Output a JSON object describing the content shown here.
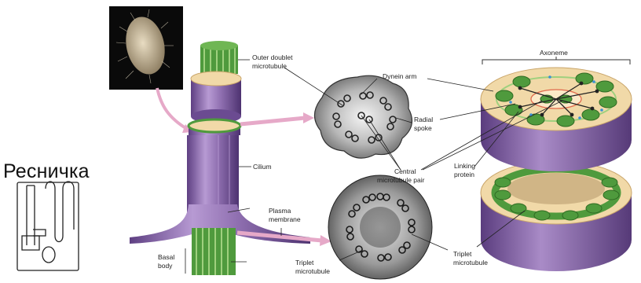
{
  "title": "Ресничка",
  "labels": {
    "outer_doublet_1": "Outer doublet",
    "outer_doublet_2": "microtubule",
    "cilium": "Cilium",
    "plasma_1": "Plasma",
    "plasma_2": "membrane",
    "basal_1": "Basal",
    "basal_2": "body",
    "triplet_left_1": "Triplet",
    "triplet_left_2": "microtubule",
    "dynein": "Dynein arm",
    "radial_1": "Radial",
    "radial_2": "spoke",
    "central_1": "Central",
    "central_2": "microtubule pair",
    "linking_1": "Linking",
    "linking_2": "protein",
    "axoneme": "Axoneme",
    "triplet_right_1": "Triplet",
    "triplet_right_2": "microtubule"
  },
  "colors": {
    "purple": "#8f6fb0",
    "purple_dark": "#5e3f82",
    "green": "#4f9a3d",
    "green_light": "#9fd07e",
    "tan": "#f1d9a8",
    "arrow_pink": "#e6a9c8"
  }
}
